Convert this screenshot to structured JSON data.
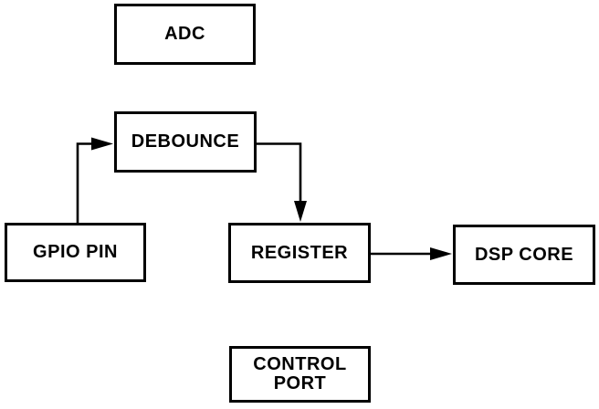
{
  "diagram": {
    "background_color": "#ffffff",
    "line_color": "#000000",
    "text_color": "#000000",
    "nodes": {
      "adc": {
        "label": "ADC",
        "lines": [
          "ADC"
        ]
      },
      "debounce": {
        "label": "DEBOUNCE",
        "lines": [
          "DEBOUNCE"
        ]
      },
      "gpio_pin": {
        "label": "GPIO PIN",
        "lines": [
          "GPIO PIN"
        ]
      },
      "register": {
        "label": "REGISTER",
        "lines": [
          "REGISTER"
        ]
      },
      "dsp_core": {
        "label": "DSP CORE",
        "lines": [
          "DSP CORE"
        ]
      },
      "control_port": {
        "label": "CONTROL PORT",
        "lines": [
          "CONTROL",
          "PORT"
        ]
      }
    },
    "edges": [
      {
        "from": "GPIO PIN",
        "to": "DEBOUNCE",
        "route": "up-then-right",
        "arrowhead": "right-into-debounce-left-edge"
      },
      {
        "from": "DEBOUNCE",
        "to": "REGISTER",
        "route": "right-then-down",
        "arrowhead": "down-into-register-top-edge"
      },
      {
        "from": "REGISTER",
        "to": "DSP CORE",
        "route": "straight-right",
        "arrowhead": "right-into-dsp-core-left-edge"
      }
    ]
  }
}
